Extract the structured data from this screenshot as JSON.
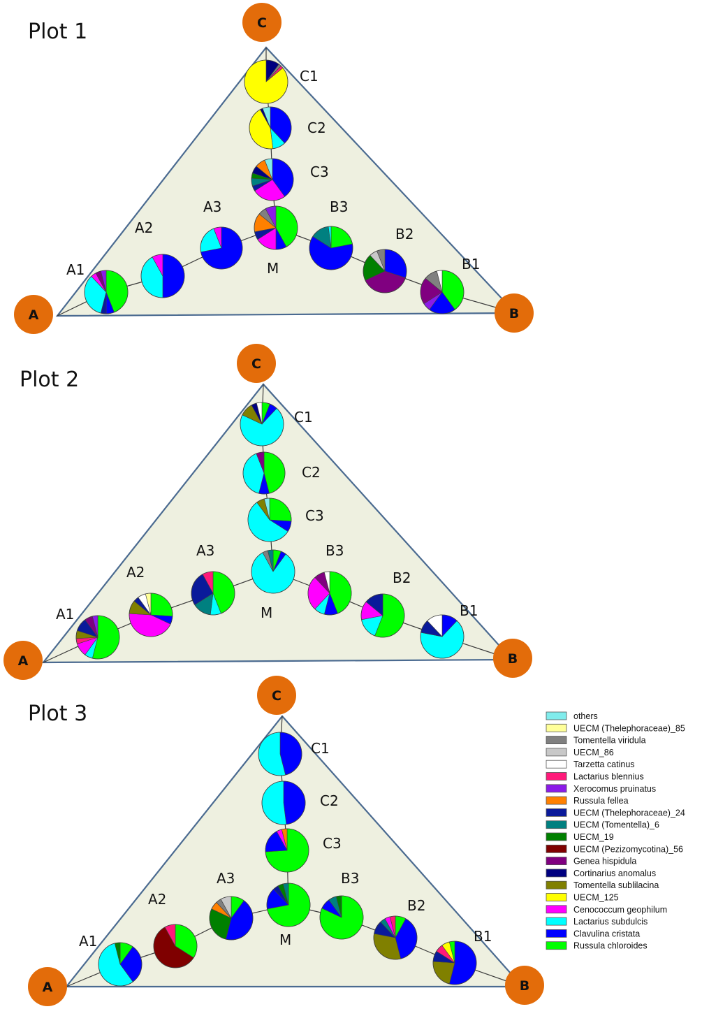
{
  "chart_data": {
    "type": "pie",
    "panels": [
      {
        "title": "Plot 1",
        "corners": [
          "A",
          "B",
          "C"
        ],
        "sites": [
          {
            "label": "C1",
            "slices": [
              [
                "Cortinarius anomalus",
                10
              ],
              [
                "Tomentella viridula",
                2
              ],
              [
                "Lactarius blennius",
                2
              ],
              [
                "UECM_125",
                86
              ]
            ]
          },
          {
            "label": "C2",
            "slices": [
              [
                "Clavulina cristata",
                38
              ],
              [
                "Lactarius subdulcis",
                10
              ],
              [
                "UECM_125",
                44
              ],
              [
                "Cortinarius anomalus",
                2
              ],
              [
                "others",
                6
              ]
            ]
          },
          {
            "label": "C3",
            "slices": [
              [
                "Clavulina cristata",
                40
              ],
              [
                "Cenococcum geophilum",
                26
              ],
              [
                "UECM (Thelephoraceae)_24",
                4
              ],
              [
                "UECM (Tomentella)_6",
                6
              ],
              [
                "UECM_19",
                4
              ],
              [
                "Cortinarius anomalus",
                6
              ],
              [
                "Russula fellea",
                8
              ],
              [
                "others",
                6
              ]
            ]
          },
          {
            "label": "M",
            "slices": [
              [
                "Russula chloroides",
                42
              ],
              [
                "Clavulina cristata",
                8
              ],
              [
                "Cenococcum geophilum",
                16
              ],
              [
                "UECM (Thelephoraceae)_24",
                6
              ],
              [
                "Russula fellea",
                14
              ],
              [
                "Tomentella viridula",
                6
              ],
              [
                "Xerocomus pruinatus",
                8
              ]
            ]
          },
          {
            "label": "A1",
            "slices": [
              [
                "Russula chloroides",
                44
              ],
              [
                "Clavulina cristata",
                6
              ],
              [
                "UECM (Thelephoraceae)_24",
                4
              ],
              [
                "Lactarius subdulcis",
                34
              ],
              [
                "Cenococcum geophilum",
                4
              ],
              [
                "Genea hispidula",
                4
              ],
              [
                "Xerocomus pruinatus",
                4
              ]
            ]
          },
          {
            "label": "A2",
            "slices": [
              [
                "Clavulina cristata",
                50
              ],
              [
                "Lactarius subdulcis",
                42
              ],
              [
                "Cenococcum geophilum",
                8
              ]
            ]
          },
          {
            "label": "A3",
            "slices": [
              [
                "Clavulina cristata",
                72
              ],
              [
                "Lactarius subdulcis",
                22
              ],
              [
                "Cenococcum geophilum",
                6
              ]
            ]
          },
          {
            "label": "B3",
            "slices": [
              [
                "Russula chloroides",
                22
              ],
              [
                "Clavulina cristata",
                62
              ],
              [
                "UECM (Tomentella)_6",
                14
              ],
              [
                "Lactarius subdulcis",
                2
              ]
            ]
          },
          {
            "label": "B2",
            "slices": [
              [
                "Clavulina cristata",
                30
              ],
              [
                "Genea hispidula",
                38
              ],
              [
                "UECM_19",
                20
              ],
              [
                "UECM_86",
                6
              ],
              [
                "Tomentella viridula",
                6
              ]
            ]
          },
          {
            "label": "B1",
            "slices": [
              [
                "Russula chloroides",
                40
              ],
              [
                "Clavulina cristata",
                20
              ],
              [
                "Xerocomus pruinatus",
                6
              ],
              [
                "Genea hispidula",
                20
              ],
              [
                "Tomentella viridula",
                10
              ],
              [
                "Tarzetta catinus",
                4
              ]
            ]
          }
        ]
      },
      {
        "title": "Plot 2",
        "corners": [
          "A",
          "B",
          "C"
        ],
        "sites": [
          {
            "label": "C1",
            "slices": [
              [
                "Russula chloroides",
                6
              ],
              [
                "Clavulina cristata",
                6
              ],
              [
                "Lactarius subdulcis",
                70
              ],
              [
                "Tomentella sublilacina",
                10
              ],
              [
                "Cortinarius anomalus",
                4
              ],
              [
                "Tarzetta catinus",
                4
              ]
            ]
          },
          {
            "label": "C2",
            "slices": [
              [
                "Russula chloroides",
                46
              ],
              [
                "Clavulina cristata",
                8
              ],
              [
                "Lactarius subdulcis",
                40
              ],
              [
                "Genea hispidula",
                6
              ]
            ]
          },
          {
            "label": "C3",
            "slices": [
              [
                "Russula chloroides",
                26
              ],
              [
                "Clavulina cristata",
                8
              ],
              [
                "Lactarius subdulcis",
                56
              ],
              [
                "Tomentella sublilacina",
                6
              ],
              [
                "others",
                4
              ]
            ]
          },
          {
            "label": "M",
            "slices": [
              [
                "Russula chloroides",
                6
              ],
              [
                "Clavulina cristata",
                4
              ],
              [
                "Lactarius subdulcis",
                82
              ],
              [
                "Tomentella viridula",
                4
              ],
              [
                "UECM (Tomentella)_6",
                4
              ]
            ]
          },
          {
            "label": "A1",
            "slices": [
              [
                "Russula chloroides",
                54
              ],
              [
                "Lactarius subdulcis",
                6
              ],
              [
                "Cenococcum geophilum",
                10
              ],
              [
                "Lactarius blennius",
                4
              ],
              [
                "Tomentella sublilacina",
                6
              ],
              [
                "UECM (Thelephoraceae)_24",
                10
              ],
              [
                "Genea hispidula",
                6
              ],
              [
                "Xerocomus pruinatus",
                4
              ]
            ]
          },
          {
            "label": "A2",
            "slices": [
              [
                "Russula chloroides",
                26
              ],
              [
                "Clavulina cristata",
                6
              ],
              [
                "Cenococcum geophilum",
                44
              ],
              [
                "Tomentella sublilacina",
                10
              ],
              [
                "UECM (Thelephoraceae)_24",
                4
              ],
              [
                "Tarzetta catinus",
                6
              ],
              [
                "UECM (Thelephoraceae)_85",
                4
              ]
            ]
          },
          {
            "label": "A3",
            "slices": [
              [
                "Russula chloroides",
                44
              ],
              [
                "Lactarius subdulcis",
                8
              ],
              [
                "UECM (Tomentella)_6",
                14
              ],
              [
                "UECM (Thelephoraceae)_24",
                26
              ],
              [
                "Lactarius blennius",
                8
              ]
            ]
          },
          {
            "label": "B3",
            "slices": [
              [
                "Russula chloroides",
                44
              ],
              [
                "Clavulina cristata",
                10
              ],
              [
                "Lactarius subdulcis",
                8
              ],
              [
                "Cenococcum geophilum",
                26
              ],
              [
                "Genea hispidula",
                8
              ],
              [
                "Tarzetta catinus",
                4
              ]
            ]
          },
          {
            "label": "B2",
            "slices": [
              [
                "Russula chloroides",
                56
              ],
              [
                "Lactarius subdulcis",
                16
              ],
              [
                "Cenococcum geophilum",
                14
              ],
              [
                "UECM (Thelephoraceae)_24",
                14
              ]
            ]
          },
          {
            "label": "B1",
            "slices": [
              [
                "Clavulina cristata",
                12
              ],
              [
                "Lactarius subdulcis",
                66
              ],
              [
                "UECM (Thelephoraceae)_24",
                10
              ],
              [
                "Tarzetta catinus",
                12
              ]
            ]
          }
        ]
      },
      {
        "title": "Plot 3",
        "corners": [
          "A",
          "B",
          "C"
        ],
        "sites": [
          {
            "label": "C1",
            "slices": [
              [
                "Clavulina cristata",
                46
              ],
              [
                "Lactarius subdulcis",
                54
              ]
            ]
          },
          {
            "label": "C2",
            "slices": [
              [
                "Clavulina cristata",
                48
              ],
              [
                "Lactarius subdulcis",
                52
              ]
            ]
          },
          {
            "label": "C3",
            "slices": [
              [
                "Russula chloroides",
                74
              ],
              [
                "Clavulina cristata",
                18
              ],
              [
                "Cenococcum geophilum",
                4
              ],
              [
                "Russula fellea",
                4
              ]
            ]
          },
          {
            "label": "M",
            "slices": [
              [
                "Russula chloroides",
                72
              ],
              [
                "Clavulina cristata",
                16
              ],
              [
                "UECM (Thelephoraceae)_24",
                4
              ],
              [
                "UECM_19",
                4
              ],
              [
                "UECM (Tomentella)_6",
                4
              ]
            ]
          },
          {
            "label": "A1",
            "slices": [
              [
                "Russula chloroides",
                10
              ],
              [
                "Clavulina cristata",
                30
              ],
              [
                "Lactarius subdulcis",
                56
              ],
              [
                "UECM_19",
                4
              ]
            ]
          },
          {
            "label": "A2",
            "slices": [
              [
                "Russula chloroides",
                34
              ],
              [
                "UECM (Pezizomycotina)_56",
                58
              ],
              [
                "Lactarius blennius",
                8
              ]
            ]
          },
          {
            "label": "A3",
            "slices": [
              [
                "Russula chloroides",
                10
              ],
              [
                "Clavulina cristata",
                44
              ],
              [
                "UECM_19",
                28
              ],
              [
                "Russula fellea",
                6
              ],
              [
                "Tomentella viridula",
                4
              ],
              [
                "UECM_86",
                8
              ]
            ]
          },
          {
            "label": "B3",
            "slices": [
              [
                "Russula chloroides",
                82
              ],
              [
                "Clavulina cristata",
                8
              ],
              [
                "UECM (Tomentella)_6",
                6
              ],
              [
                "UECM_19",
                4
              ]
            ]
          },
          {
            "label": "B2",
            "slices": [
              [
                "Russula chloroides",
                8
              ],
              [
                "Clavulina cristata",
                38
              ],
              [
                "Tomentella sublilacina",
                32
              ],
              [
                "UECM (Thelephoraceae)_24",
                10
              ],
              [
                "UECM (Tomentella)_6",
                4
              ],
              [
                "Cenococcum geophilum",
                4
              ],
              [
                "Lactarius blennius",
                4
              ]
            ]
          },
          {
            "label": "B1",
            "slices": [
              [
                "Clavulina cristata",
                54
              ],
              [
                "Tomentella sublilacina",
                22
              ],
              [
                "UECM (Thelephoraceae)_24",
                8
              ],
              [
                "Lactarius blennius",
                6
              ],
              [
                "UECM_125",
                6
              ],
              [
                "Russula chloroides",
                4
              ]
            ]
          }
        ]
      }
    ],
    "legend": [
      {
        "name": "others",
        "color": "#80ECEC"
      },
      {
        "name": "UECM (Thelephoraceae)_85",
        "color": "#FFFF99"
      },
      {
        "name": "Tomentella viridula",
        "color": "#808080"
      },
      {
        "name": "UECM_86",
        "color": "#C8C8C8"
      },
      {
        "name": "Tarzetta catinus",
        "color": "#FFFFFF"
      },
      {
        "name": "Lactarius blennius",
        "color": "#FF1A7A"
      },
      {
        "name": "Xerocomus pruinatus",
        "color": "#8B1BE8"
      },
      {
        "name": "Russula fellea",
        "color": "#FF8000"
      },
      {
        "name": "UECM (Thelephoraceae)_24",
        "color": "#0A1A9A"
      },
      {
        "name": "UECM (Tomentella)_6",
        "color": "#008080"
      },
      {
        "name": "UECM_19",
        "color": "#008000"
      },
      {
        "name": "UECM (Pezizomycotina)_56",
        "color": "#7F0000"
      },
      {
        "name": "Genea hispidula",
        "color": "#800080"
      },
      {
        "name": "Cortinarius anomalus",
        "color": "#000080"
      },
      {
        "name": "Tomentella sublilacina",
        "color": "#808000"
      },
      {
        "name": "UECM_125",
        "color": "#FFFF00"
      },
      {
        "name": "Cenococcum geophilum",
        "color": "#FF00FF"
      },
      {
        "name": "Lactarius subdulcis",
        "color": "#00FFFF"
      },
      {
        "name": "Clavulina cristata",
        "color": "#0000FF"
      },
      {
        "name": "Russula chloroides",
        "color": "#00FF00"
      }
    ],
    "colors": {
      "triangle_fill": "#EEF0E0",
      "triangle_stroke": "#4A6A90",
      "corner_circle": "#E36C0A"
    }
  }
}
